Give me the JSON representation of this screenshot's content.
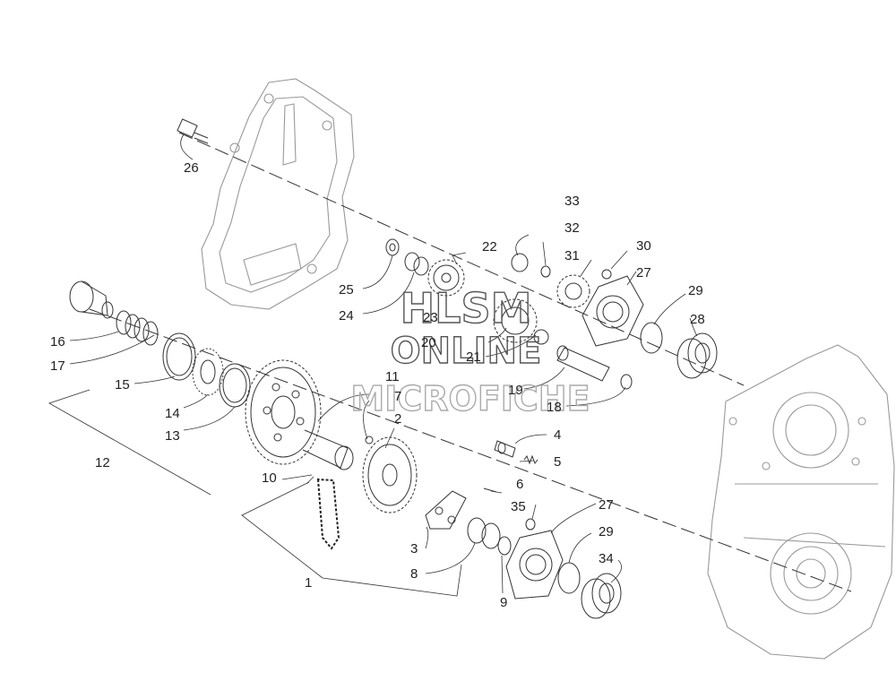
{
  "watermark": {
    "line1": "HLSM",
    "line2": "ONLINE",
    "line3": "MICROFICHE"
  },
  "callouts": [
    "1",
    "2",
    "3",
    "4",
    "5",
    "6",
    "7",
    "8",
    "9",
    "10",
    "11",
    "12",
    "13",
    "14",
    "15",
    "16",
    "17",
    "18",
    "19",
    "20",
    "21",
    "22",
    "23",
    "24",
    "25",
    "26",
    "27",
    "27",
    "28",
    "29",
    "29",
    "30",
    "31",
    "32",
    "33",
    "34",
    "35"
  ]
}
